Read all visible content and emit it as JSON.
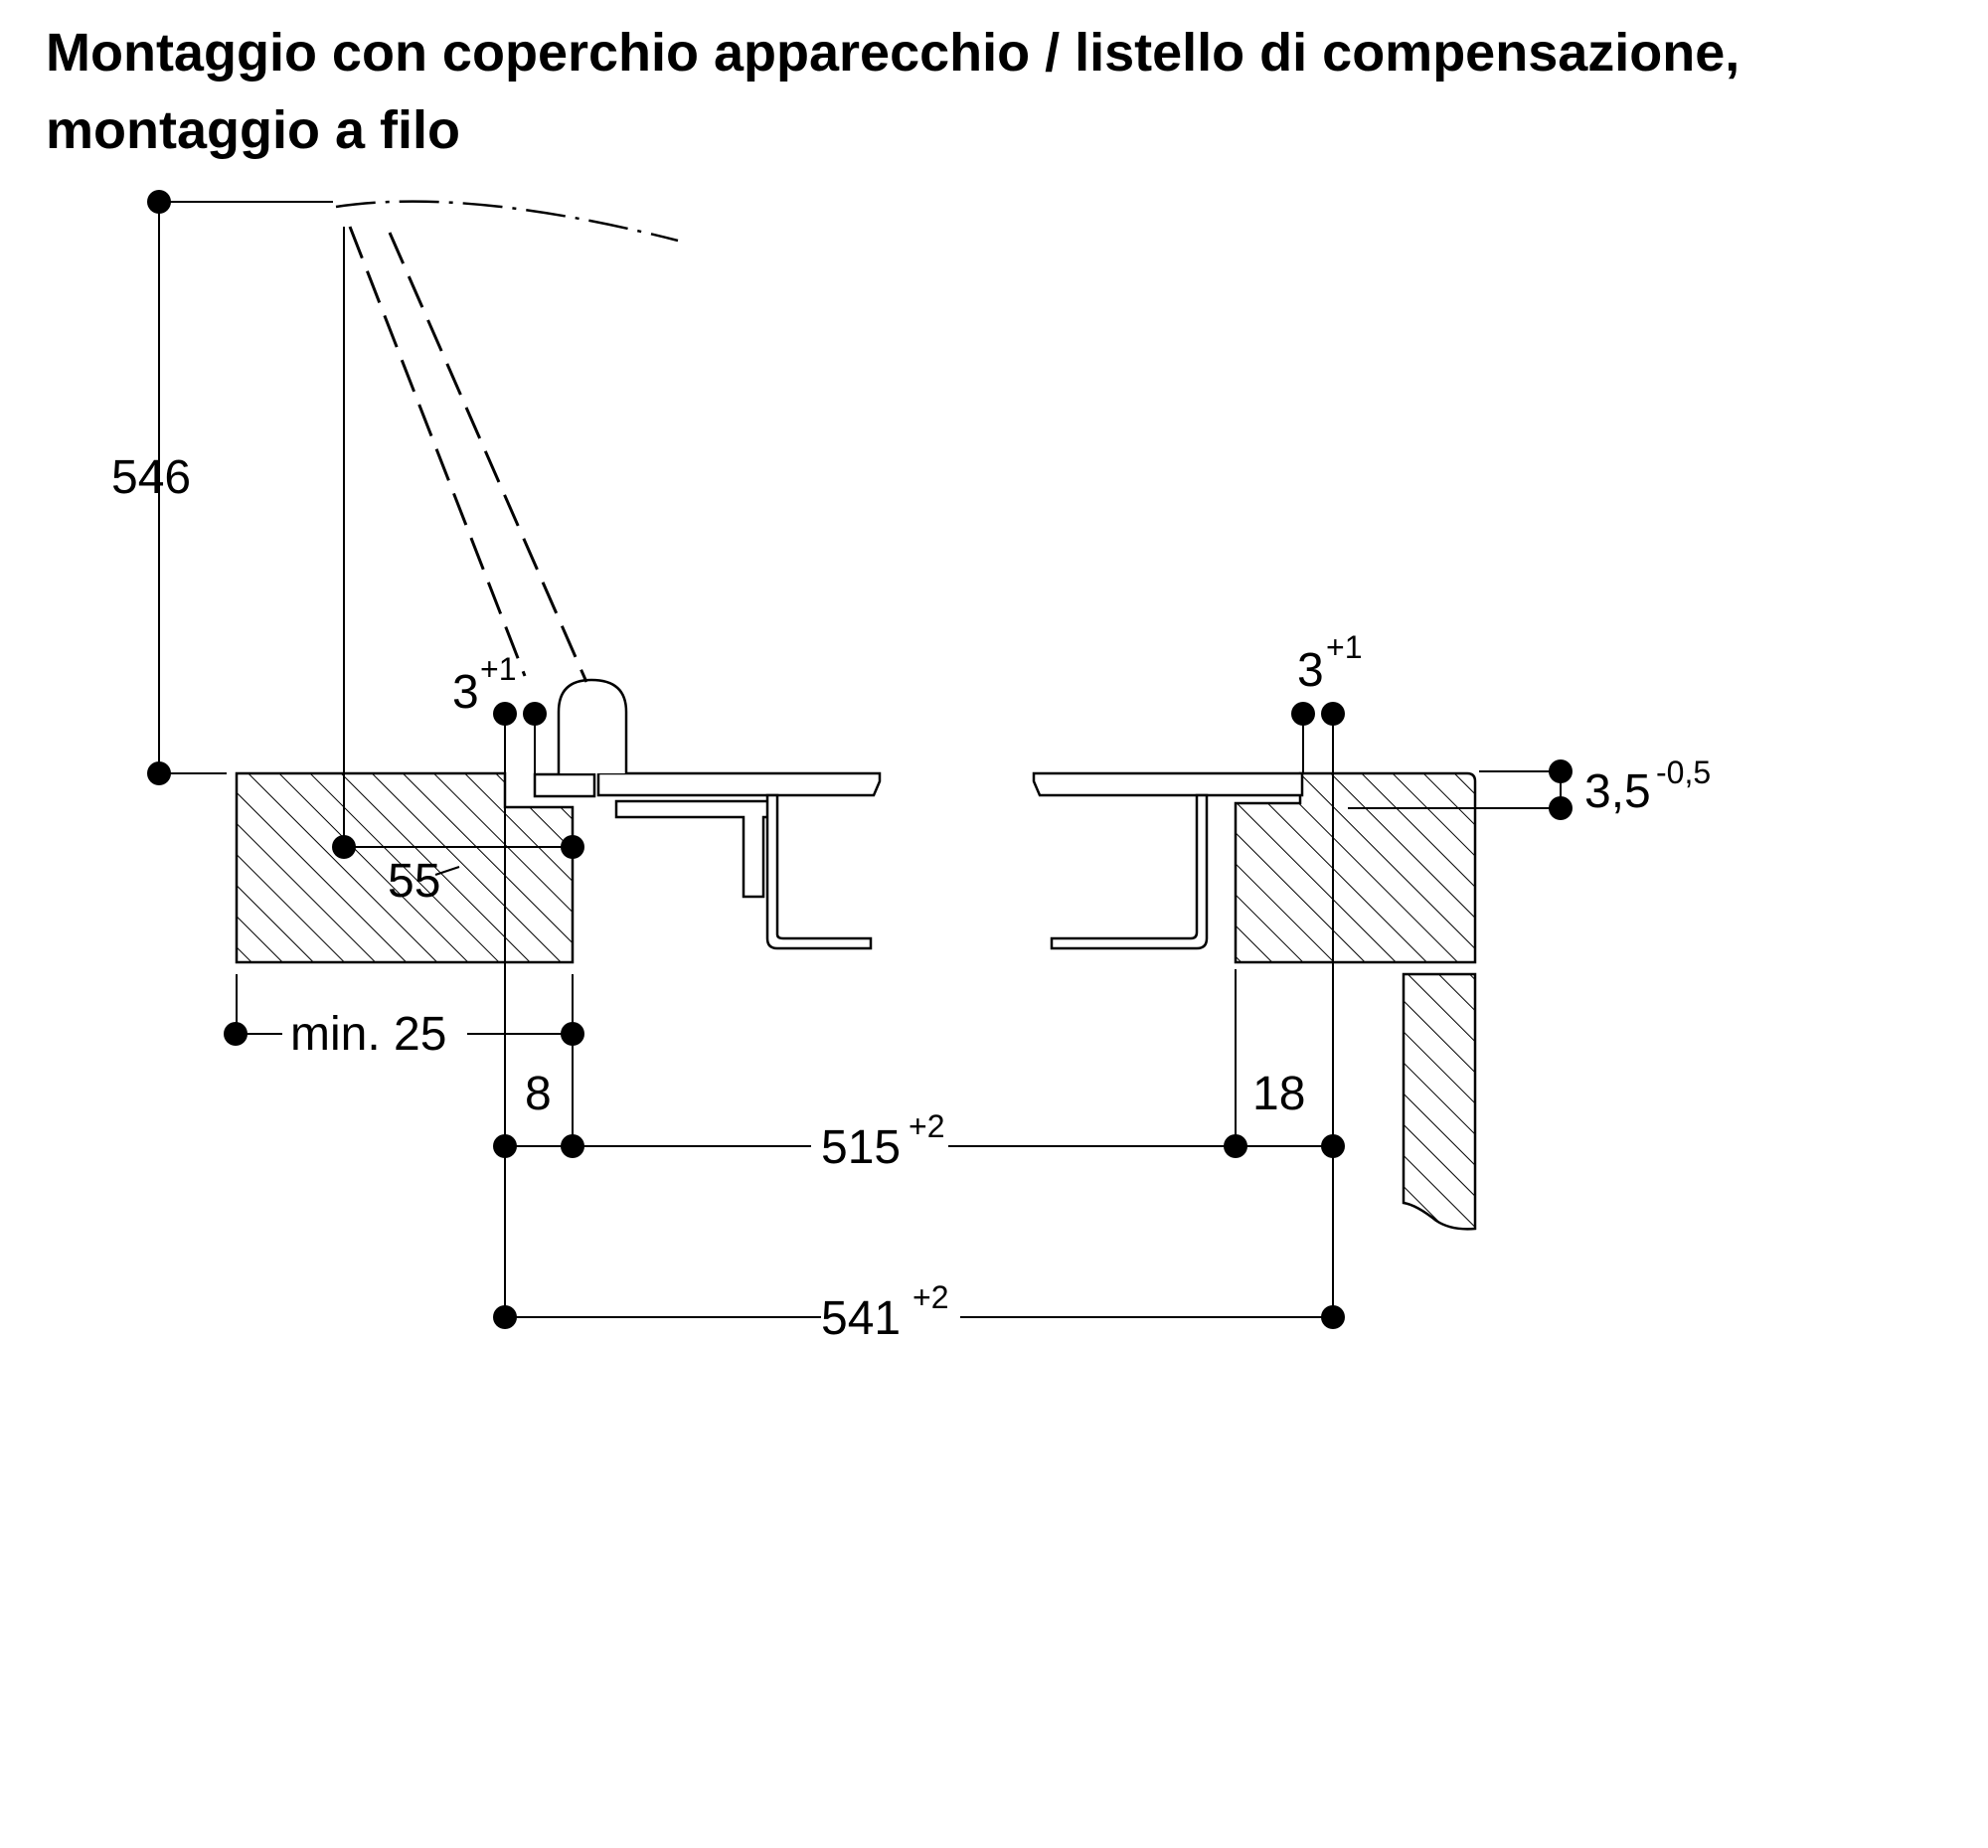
{
  "title": {
    "line1": "Montaggio con coperchio apparecchio / listello di compensazione,",
    "line2": "montaggio a filo"
  },
  "dimensions": {
    "height_lid": "546",
    "gap_left": {
      "value": "3",
      "tolerance": "+1"
    },
    "gap_right": {
      "value": "3",
      "tolerance": "+1"
    },
    "depth_step": {
      "value": "3,5",
      "tolerance": "-0,5"
    },
    "offset": "55",
    "min_edge": "min. 25",
    "left_rebate": "8",
    "right_rebate": "18",
    "cutout": {
      "value": "515",
      "tolerance": "+2"
    },
    "overall": {
      "value": "541",
      "tolerance": "+2"
    }
  }
}
